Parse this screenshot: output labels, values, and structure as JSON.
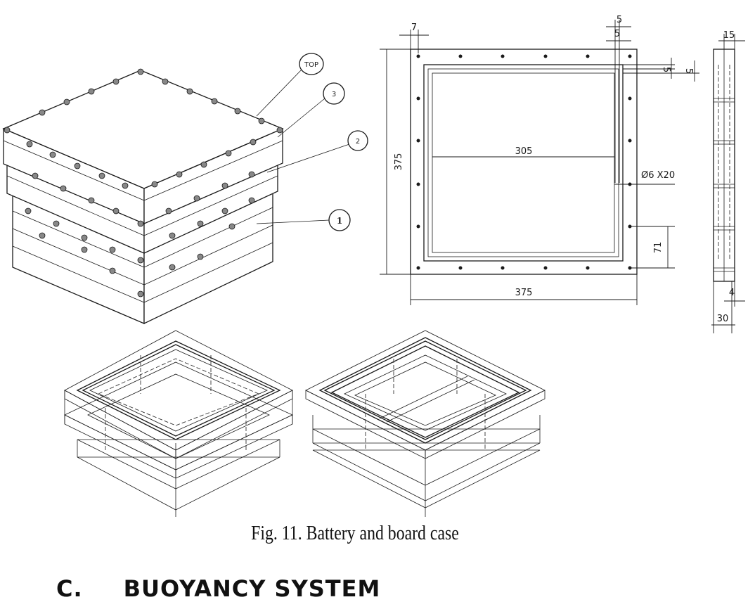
{
  "figure": {
    "caption": "Fig. 11. Battery and board case",
    "bubbles": {
      "top": "TOP",
      "layer3": "3",
      "layer2": "2",
      "layer1": "1"
    },
    "dimensions": {
      "hole_edge_offset": "7",
      "frame_gap_outer": "5",
      "frame_gap_inner": "5",
      "vertical_gap_a": "5",
      "vertical_gap_b": "5",
      "outer_height": "375",
      "inner_width": "305",
      "outer_width": "375",
      "hole_spec": "Ø6 X20",
      "hole_pitch": "71",
      "side_thickness": "15",
      "side_step": "4",
      "side_depth": "30"
    }
  },
  "section": {
    "number": "C.",
    "title": "BUOYANCY SYSTEM"
  }
}
